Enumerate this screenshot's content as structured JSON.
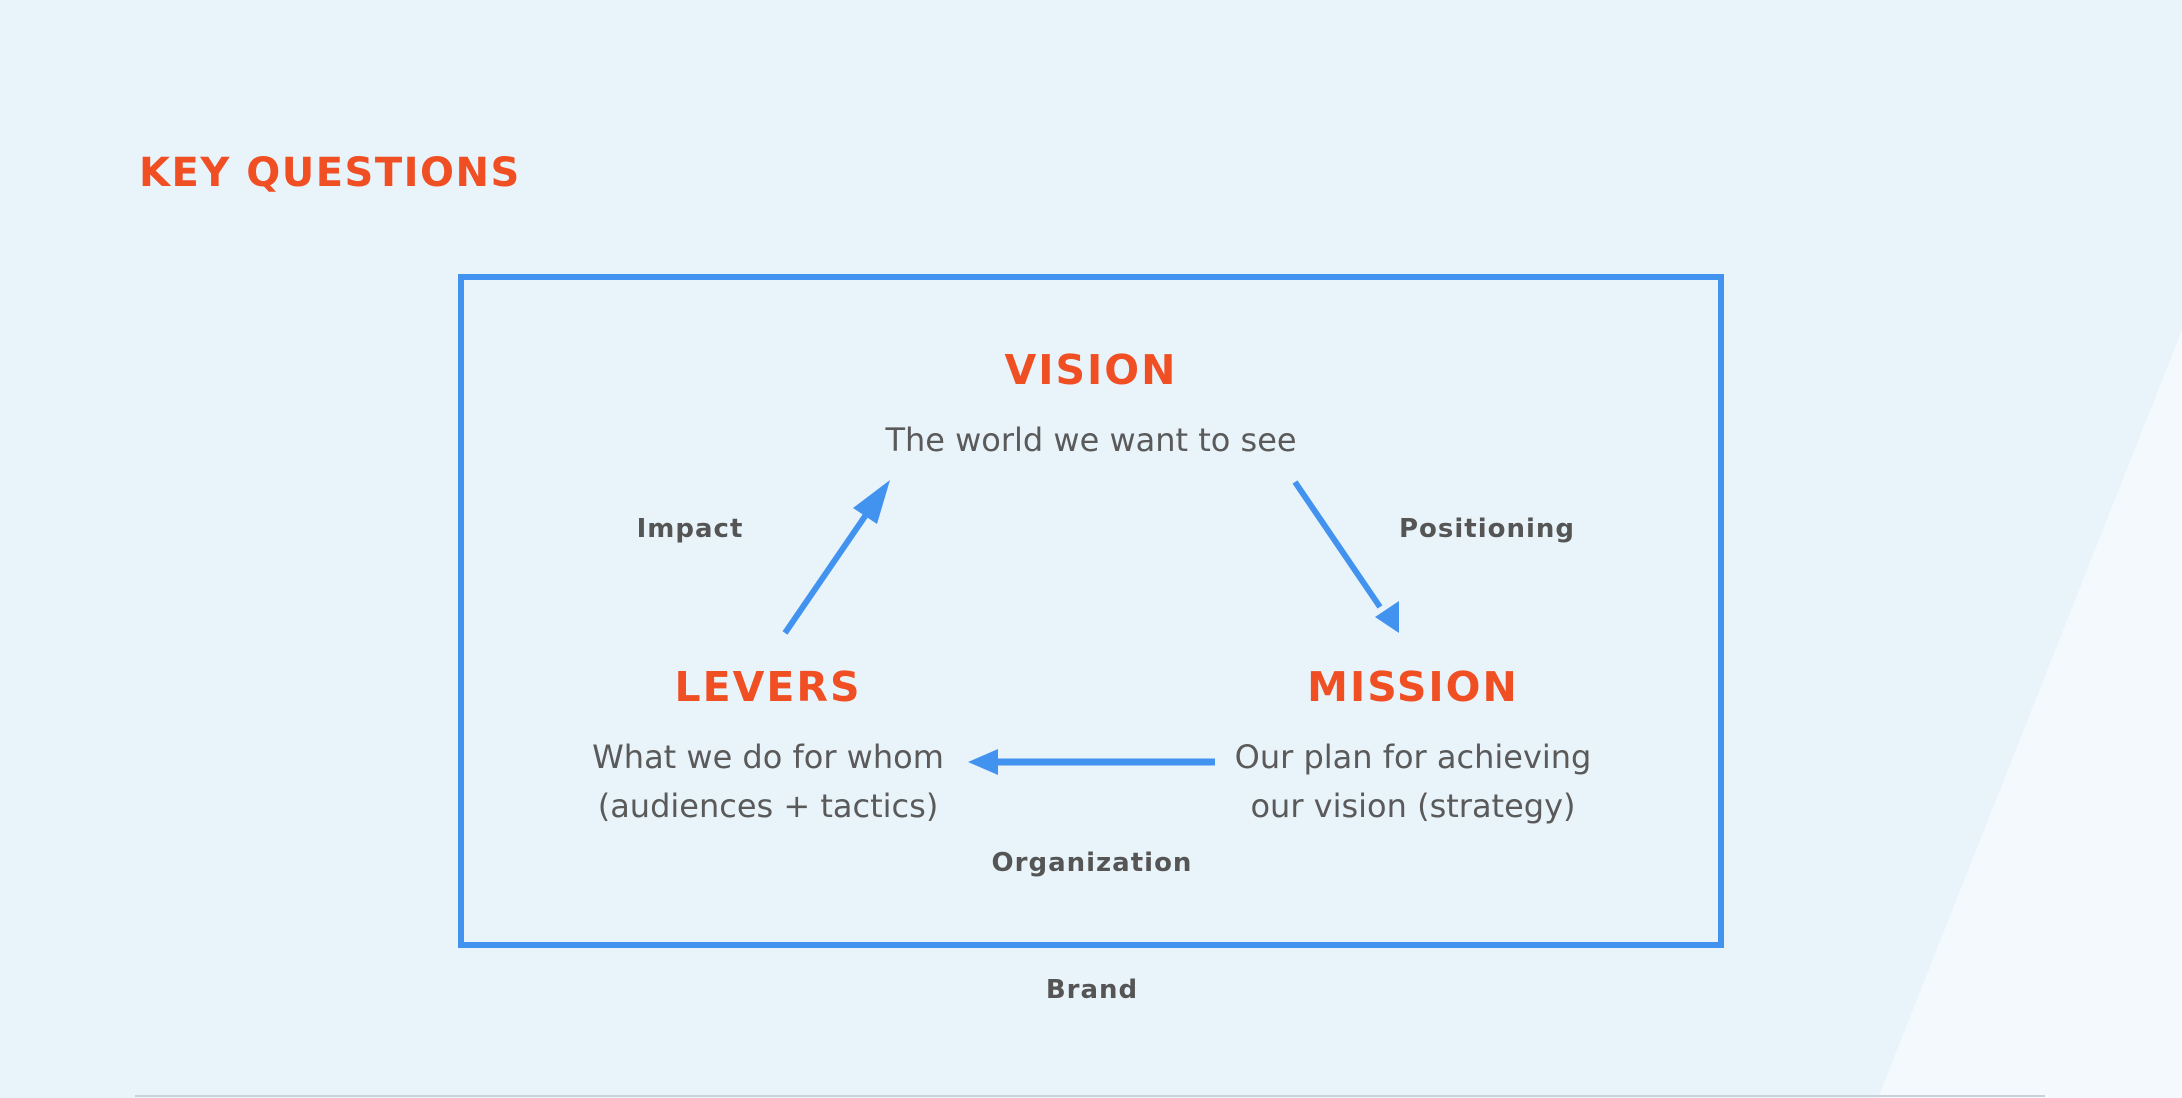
{
  "page": {
    "title": "KEY QUESTIONS"
  },
  "diagram": {
    "nodes": {
      "vision": {
        "heading": "VISION",
        "description": "The world we want to see"
      },
      "levers": {
        "heading": "LEVERS",
        "description_line1": "What we do for whom",
        "description_line2": "(audiences + tactics)"
      },
      "mission": {
        "heading": "MISSION",
        "description_line1": "Our plan for achieving",
        "description_line2": "our vision (strategy)"
      }
    },
    "edges": {
      "impact": "Impact",
      "positioning": "Positioning",
      "organization": "Organization"
    },
    "frame_label": "Brand"
  },
  "colors": {
    "background": "#e9f4fa",
    "accent_orange": "#f04e23",
    "accent_blue": "#4193ef",
    "text_gray": "#5a5a5a"
  }
}
